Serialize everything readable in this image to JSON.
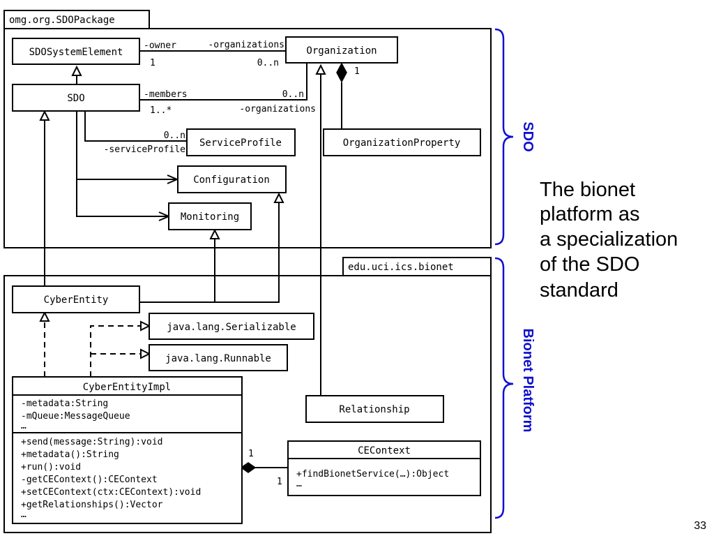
{
  "packages": {
    "sdo": "omg.org.SDOPackage",
    "bionet": "edu.uci.ics.bionet"
  },
  "classes": {
    "sdo_system_element": "SDOSystemElement",
    "organization": "Organization",
    "sdo": "SDO",
    "service_profile": "ServiceProfile",
    "organization_property": "OrganizationProperty",
    "configuration": "Configuration",
    "monitoring": "Monitoring",
    "cyber_entity": "CyberEntity",
    "serializable": "java.lang.Serializable",
    "runnable": "java.lang.Runnable",
    "relationship": "Relationship",
    "cyber_entity_impl": "CyberEntityImpl",
    "ce_context": "CEContext"
  },
  "impl_attributes": [
    "-metadata:String",
    "-mQueue:MessageQueue",
    "…"
  ],
  "impl_methods": [
    "+send(message:String):void",
    "+metadata():String",
    "+run():void",
    "-getCEContext():CEContext",
    "+setCEContext(ctx:CEContext):void",
    "+getRelationships():Vector",
    "…"
  ],
  "context_methods": [
    "+findBionetService(…):Object",
    "…"
  ],
  "labels": {
    "owner_role": "-owner",
    "organizations_role_top": "-organizations",
    "owner_mult": "1",
    "organizations_mult_top": "0..n",
    "property_mult": "1",
    "members_role": "-members",
    "members_mult": "1..*",
    "organizations_mult_mid": "0..n",
    "organizations_role_mid": "-organizations",
    "service_mult": "0..n",
    "service_role": "-serviceProfile",
    "impl_mult": "1",
    "context_mult": "1"
  },
  "brace_labels": {
    "sdo": "SDO",
    "bionet": "Bionet Platform"
  },
  "side_text": [
    "The bionet",
    "platform as",
    "a specialization",
    "of the SDO",
    "standard"
  ],
  "page_number": "33",
  "colors": {
    "brace": "#1010d0",
    "line": "#000000",
    "background": "#ffffff"
  }
}
